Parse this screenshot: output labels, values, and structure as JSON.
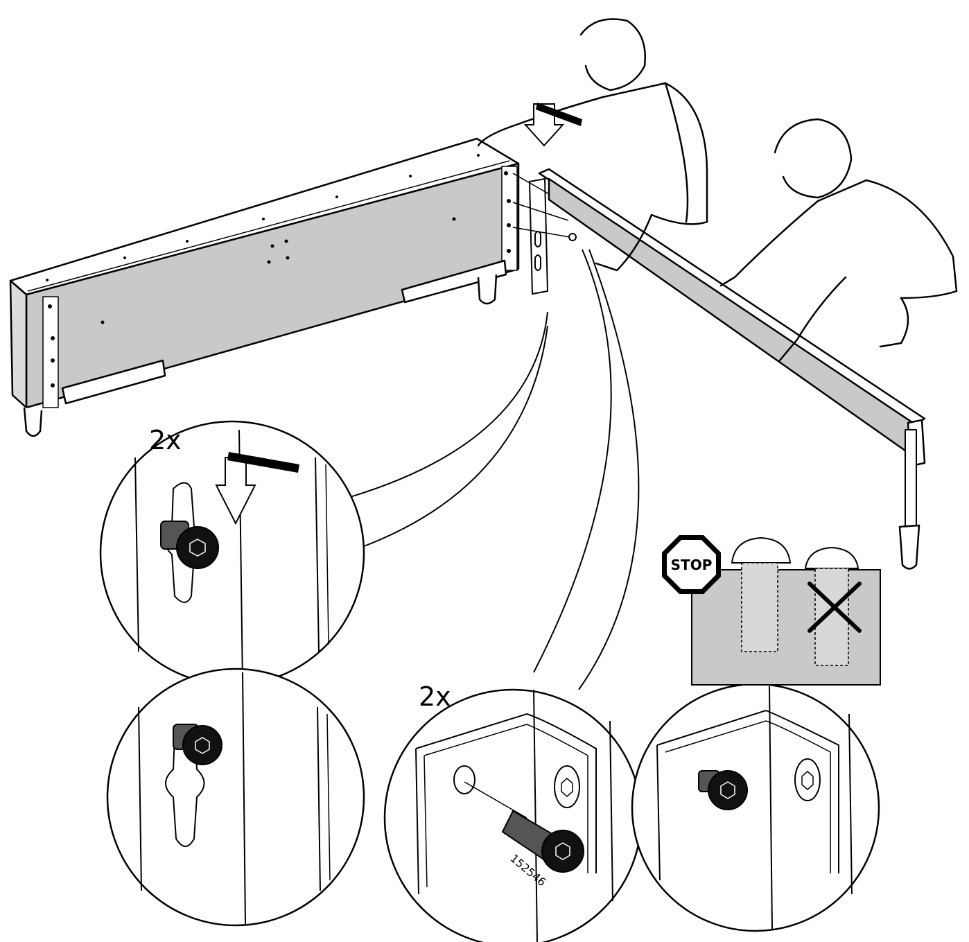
{
  "instruction_page": {
    "quantity_labels": {
      "keyhole_detail": "2x",
      "bracket_detail": "2x"
    },
    "stop_sign": {
      "text": "STOP"
    },
    "part_number": "152546",
    "colors": {
      "line": "#000000",
      "panel_gray": "#c9c9c9",
      "paper": "#ffffff",
      "screw_head": "#111111"
    },
    "icons": [
      "down-arrow-icon",
      "stop-sign-icon",
      "cross-icon",
      "hex-socket-icon"
    ]
  }
}
